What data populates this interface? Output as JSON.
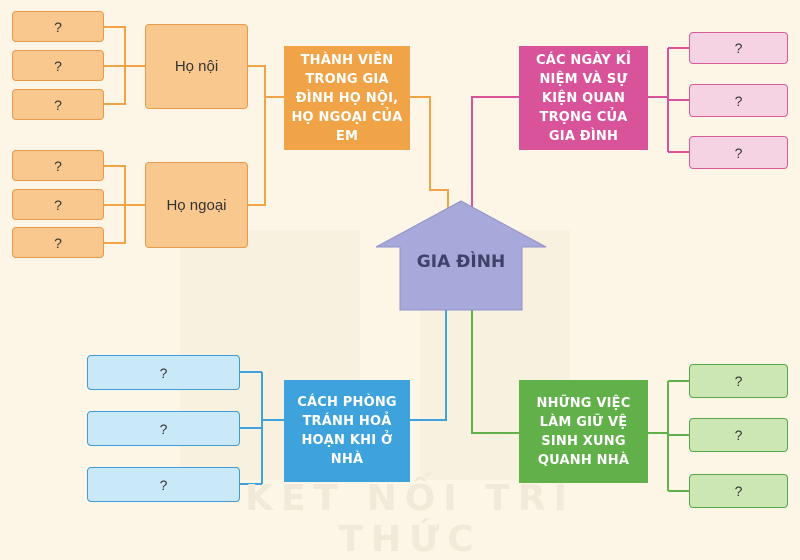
{
  "center": {
    "label": "GIA ĐÌNH"
  },
  "watermark": "KẾT NỐI TRI THỨC",
  "categories": {
    "members": "THÀNH VIÊN TRONG GIA ĐÌNH HỌ NỘI, HỌ NGOẠI CỦA EM",
    "events": "CÁC NGÀY KỈ NIỆM VÀ SỰ KIỆN QUAN TRỌNG CỦA GIA ĐÌNH",
    "fire": "CÁCH PHÒNG TRÁNH HOẢ HOẠN KHI Ở NHÀ",
    "hygiene": "NHỮNG VIỆC LÀM GIỮ VỆ SINH XUNG QUANH NHÀ"
  },
  "subcategories": {
    "paternal": "Họ nội",
    "maternal": "Họ ngoại"
  },
  "placeholders": {
    "paternal": [
      "?",
      "?",
      "?"
    ],
    "maternal": [
      "?",
      "?",
      "?"
    ],
    "events": [
      "?",
      "?",
      "?"
    ],
    "fire": [
      "?",
      "?",
      "?"
    ],
    "hygiene": [
      "?",
      "?",
      "?"
    ]
  },
  "colors": {
    "orange": "#f0a347",
    "pink": "#d9539a",
    "blue": "#3ea3dc",
    "green": "#62b04a",
    "house": "#a8a9db"
  }
}
